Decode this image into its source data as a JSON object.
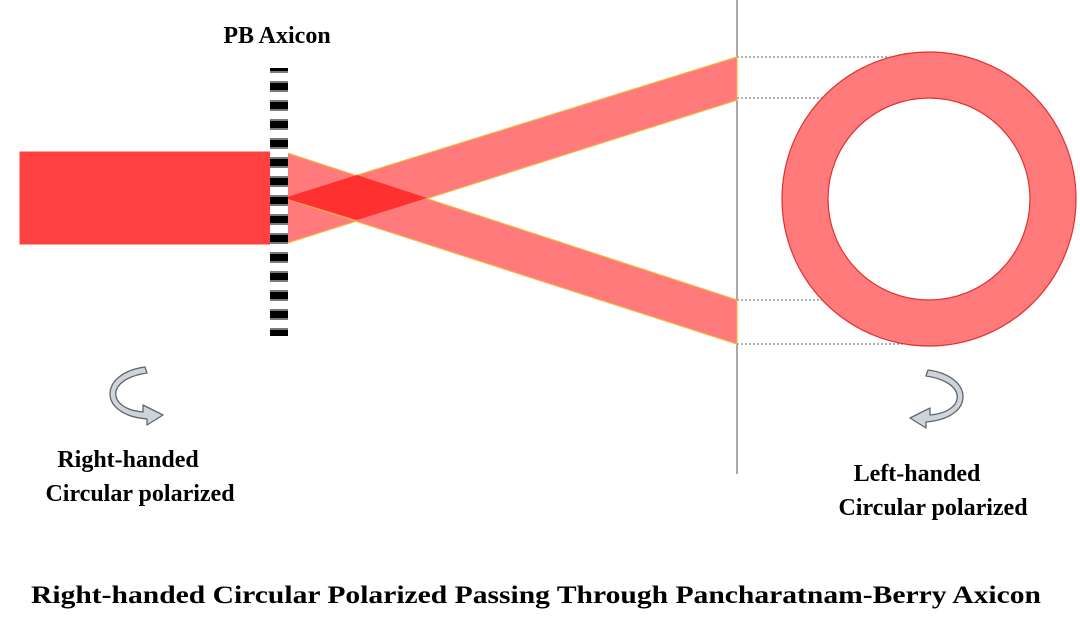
{
  "labels": {
    "axicon": "PB Axicon",
    "input_line1": "Right-handed",
    "input_line2": "Circular polarized",
    "output_line1": "Left-handed",
    "output_line2": "Circular polarized",
    "caption": "Right-handed Circular Polarized Passing Through Pancharatnam-Berry Axicon"
  },
  "colors": {
    "input_beam": "#ff4040",
    "diverging_beam": "#ff7a7a",
    "overlap": "#ff3030",
    "beam_edge": "#f5b041",
    "ring_fill": "#ff7b7b",
    "ring_stroke": "#e03030",
    "arrow_fill": "#ced4da",
    "arrow_stroke": "#5f6670"
  },
  "icons": {
    "input_rotation": "rotate-clockwise-arrow-icon",
    "output_rotation": "rotate-counterclockwise-arrow-icon"
  }
}
